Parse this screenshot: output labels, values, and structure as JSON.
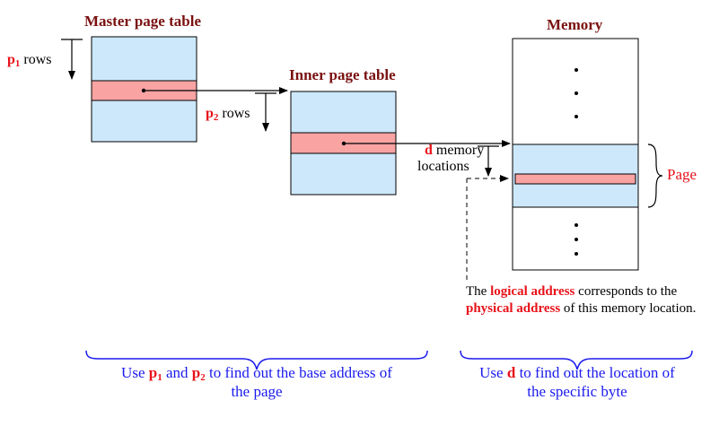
{
  "master_table": {
    "title": "Master page table"
  },
  "inner_table": {
    "title": "Inner page table"
  },
  "memory": {
    "title": "Memory"
  },
  "p1_label": {
    "var": "p",
    "sub": "1",
    "text": "rows"
  },
  "p2_label": {
    "var": "p",
    "sub": "2",
    "text": "rows"
  },
  "d_label": {
    "var": "d",
    "line1": "memory",
    "line2": "locations"
  },
  "page_label": "Page",
  "note": {
    "line1_pre": "The ",
    "line1_red": "logical address",
    "line1_post": " corresponds to the",
    "line2_red": "physical address",
    "line2_post": " of this memory location."
  },
  "left_caption": {
    "pre": "Use ",
    "p1": "p",
    "p1_sub": "1",
    "mid": " and ",
    "p2": "p",
    "p2_sub": "2",
    "post": " to find out the base address of",
    "line2": "the page"
  },
  "right_caption": {
    "pre": "Use ",
    "d": "d",
    "post": " to find out the location of",
    "line2": "the specific byte"
  },
  "colors": {
    "table_fill": "#cde8fb",
    "entry_fill": "#f9a3a3",
    "title": "#7a1010",
    "highlight": "#e8121a",
    "caption": "#1a1aee"
  }
}
